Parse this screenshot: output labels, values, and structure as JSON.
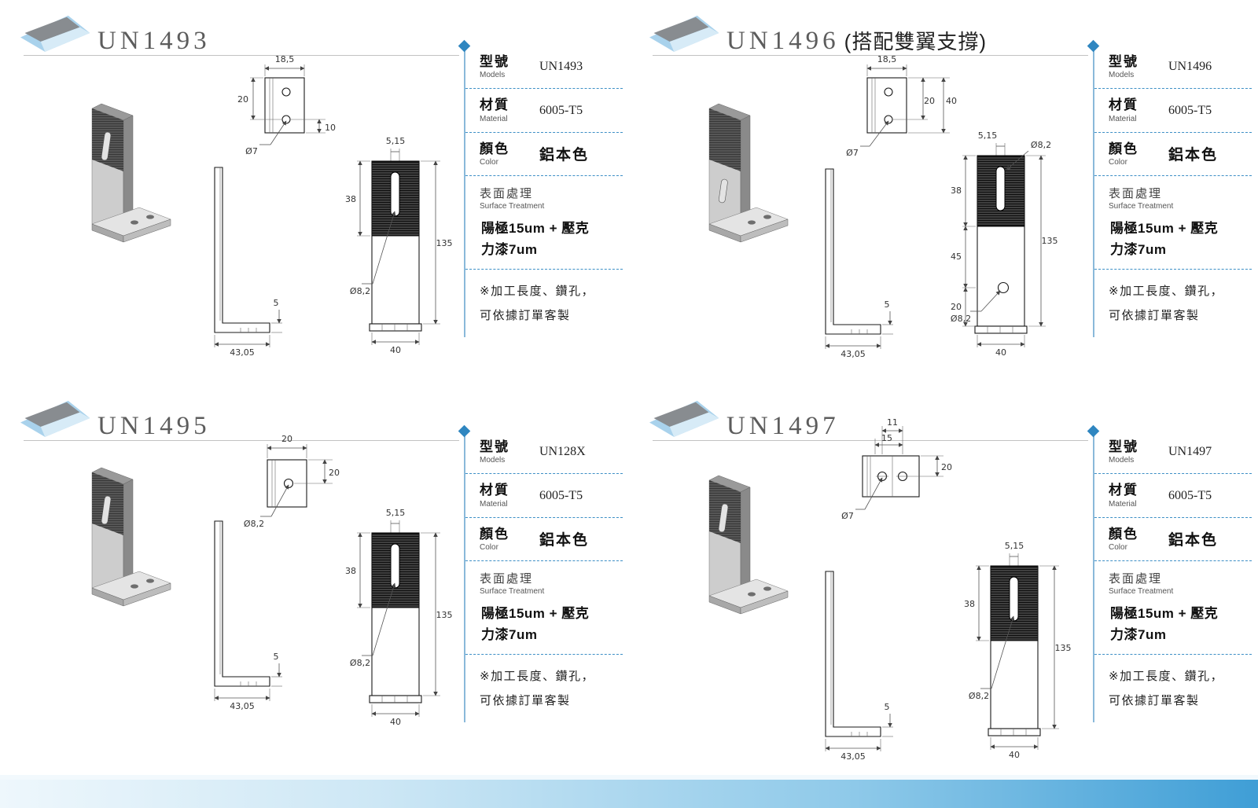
{
  "labels": {
    "model": "型號",
    "model_sub": "Models",
    "material": "材質",
    "material_sub": "Material",
    "color": "顏色",
    "color_sub": "Color",
    "surface": "表面處理",
    "surface_sub": "Surface Treatment",
    "surface_value_line1": "陽極15um + 壓克",
    "surface_value_line2": "力漆7um",
    "note_line1": "※加工長度、鑽孔，",
    "note_line2": "可依據訂單客製"
  },
  "accent": {
    "blue": "#2f86c0",
    "light_blue": "#a9d2ec",
    "gray": "#8a8e92"
  },
  "products": [
    {
      "title": "UN1493",
      "title_suffix": "",
      "model": "UN1493",
      "material": "6005-T5",
      "color": "鋁本色",
      "dims": {
        "top_width": "18,5",
        "top_height": "20",
        "top_offset": "10",
        "top_hole": "Ø7",
        "side_thickness": "5",
        "side_width": "43,05",
        "slot_width": "5,15",
        "hatch_height": "38",
        "total_height": "135",
        "slot_hole": "Ø8,2",
        "base_width": "40"
      }
    },
    {
      "title": "UN1496",
      "title_suffix": "(搭配雙翼支撐)",
      "model": "UN1496",
      "material": "6005-T5",
      "color": "鋁本色",
      "dims": {
        "top_width": "18,5",
        "top_height": "20",
        "top_height2": "40",
        "top_hole": "Ø7",
        "side_thickness": "5",
        "side_width": "43,05",
        "slot_width": "5,15",
        "slot_hole_top": "Ø8,2",
        "hatch_height": "38",
        "mid_height": "45",
        "low_height": "20",
        "total_height": "135",
        "bottom_hole": "Ø8,2",
        "base_width": "40"
      }
    },
    {
      "title": "UN1495",
      "title_suffix": "",
      "model": "UN128X",
      "material": "6005-T5",
      "color": "鋁本色",
      "dims": {
        "top_width": "20",
        "top_height": "20",
        "top_hole": "Ø8,2",
        "side_thickness": "5",
        "side_width": "43,05",
        "slot_width": "5,15",
        "hatch_height": "38",
        "total_height": "135",
        "slot_hole": "Ø8,2",
        "base_width": "40"
      }
    },
    {
      "title": "UN1497",
      "title_suffix": "",
      "model": "UN1497",
      "material": "6005-T5",
      "color": "鋁本色",
      "dims": {
        "top_width": "11",
        "top_width2": "15",
        "top_height": "20",
        "top_hole": "Ø7",
        "side_thickness": "5",
        "side_width": "43,05",
        "slot_width": "5,15",
        "hatch_height": "38",
        "total_height": "135",
        "slot_hole": "Ø8,2",
        "base_width": "40"
      }
    }
  ]
}
